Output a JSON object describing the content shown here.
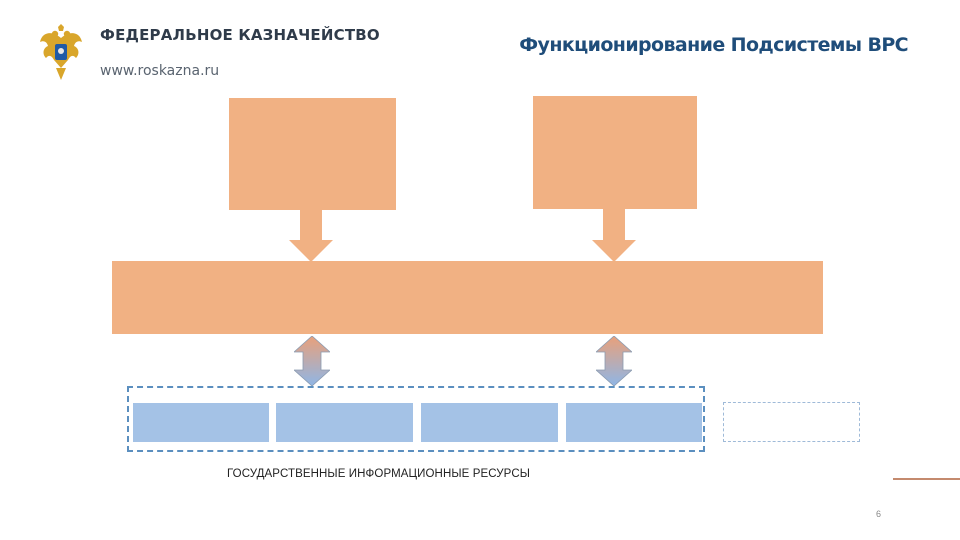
{
  "header": {
    "org_name": "ФЕДЕРАЛЬНОЕ КАЗНАЧЕЙСТВО",
    "org_site": "www.roskazna.ru",
    "emblem_icon": "russian-eagle-emblem-icon"
  },
  "slide": {
    "title": "Функционирование Подсистемы ВРС",
    "page_number": "6"
  },
  "diagram": {
    "group_label": "ГОСУДАРСТВЕННЫЕ ИНФОРМАЦИОННЫЕ РЕСУРСЫ",
    "colors": {
      "orange_box": "#f1b183",
      "blue_box": "#a4c2e6",
      "dashed_border": "#5b8fbf",
      "accent_line": "#c48a6e"
    }
  }
}
